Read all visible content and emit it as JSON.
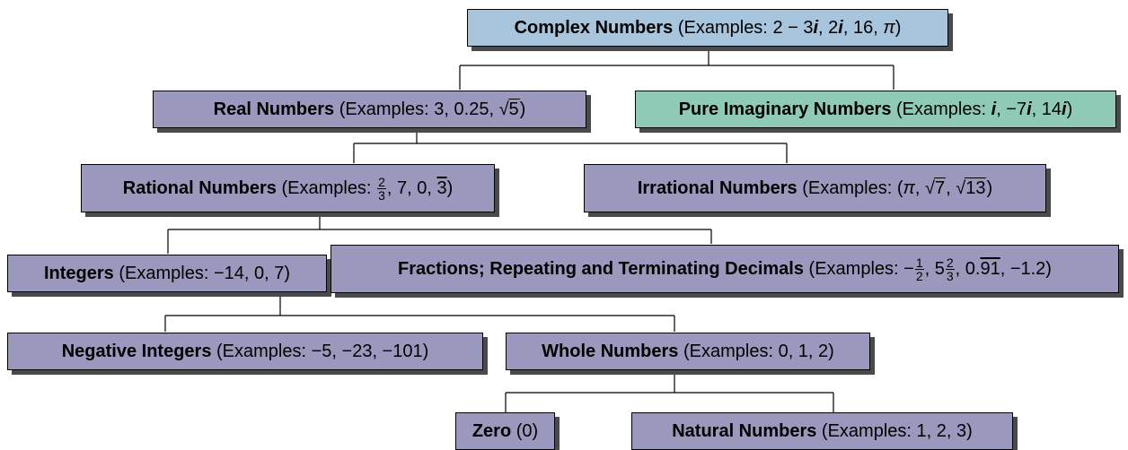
{
  "nodes": {
    "complex": {
      "title": "Complex Numbers",
      "examples_open": " (Examples: ",
      "examples": [
        "2 − 3",
        "i",
        ", 2",
        "i",
        ", 16, ",
        "π",
        ")"
      ]
    },
    "real": {
      "title": "Real Numbers",
      "examples_open": " (Examples: 3, 0.25, ",
      "sqrt_value": "5",
      "examples_close": ")"
    },
    "pure_imaginary": {
      "title": "Pure Imaginary Numbers",
      "examples_open": " (Examples: ",
      "examples": [
        "i",
        ", −7",
        "i",
        ", 14",
        "i",
        ")"
      ]
    },
    "rational": {
      "title": "Rational Numbers",
      "examples_open": " (Examples: ",
      "frac_num": "2",
      "frac_den": "3",
      "examples_mid": ", 7, 0, ",
      "repeating": "3",
      "examples_close": ")"
    },
    "irrational": {
      "title": "Irrational Numbers",
      "examples_open": " (Examples: (",
      "pi": "π",
      "sep1": ", ",
      "sqrt1": "7",
      "sep2": ", ",
      "sqrt2": "13",
      "examples_close": ")"
    },
    "integers": {
      "title": "Integers",
      "examples": " (Examples: −14, 0, 7)"
    },
    "fractions": {
      "title": "Fractions; Repeating and Terminating Decimals",
      "examples_open": " (Examples: −",
      "frac1_num": "1",
      "frac1_den": "2",
      "sep1": ", 5",
      "frac2_num": "2",
      "frac2_den": "3",
      "sep2": ", 0.",
      "repeating": "91",
      "examples_close": ", −1.2)"
    },
    "negative_integers": {
      "title": "Negative Integers",
      "examples": " (Examples: −5, −23, −101)"
    },
    "whole": {
      "title": "Whole Numbers",
      "examples": " (Examples: 0, 1, 2)"
    },
    "zero": {
      "title": "Zero",
      "examples": " (0)"
    },
    "natural": {
      "title": "Natural Numbers",
      "examples": " (Examples: 1, 2, 3)"
    }
  },
  "colors": {
    "complex": "#a7c5dc",
    "pure_imaginary": "#8fcab7",
    "other": "#9b98bd"
  }
}
